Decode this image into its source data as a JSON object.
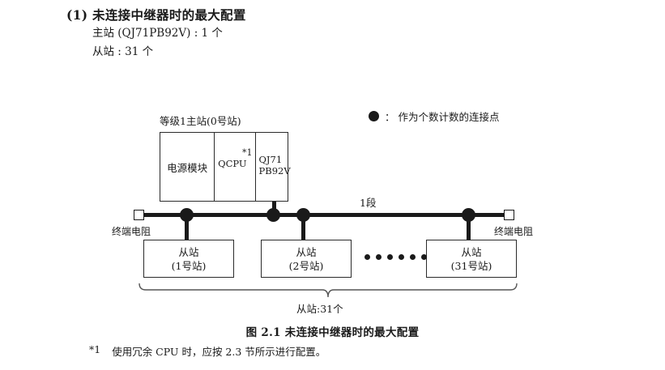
{
  "heading": {
    "section_title": "(1) 未连接中继器时的最大配置",
    "spec_master": "主站 (QJ71PB92V) : 1 个",
    "spec_slave": "从站 : 31 个"
  },
  "legend": {
    "symbol": "filled-circle",
    "text": "： 作为个数计数的连接点"
  },
  "diagram": {
    "master": {
      "header_label": "等级1主站(0号站)",
      "cells": {
        "power_module": "电源模块",
        "qcpu": "QCPU",
        "qcpu_footnote_ref": "*1",
        "network_module_line1": "QJ71",
        "network_module_line2": "PB92V"
      }
    },
    "bus": {
      "segment_label": "1段",
      "terminator_left_caption": "终端电阻",
      "terminator_right_caption": "终端电阻"
    },
    "slaves": [
      {
        "title": "从站",
        "station": "(1号站)"
      },
      {
        "title": "从站",
        "station": "(2号站)"
      },
      {
        "title": "从站",
        "station": "(31号站)"
      }
    ],
    "ellipsis_dot_count": 6,
    "brace_caption": "从站:31个"
  },
  "figure": {
    "caption": "图 2.1  未连接中继器时的最大配置"
  },
  "footnote": {
    "marker": "*1",
    "text": "使用冗余 CPU 时，应按 2.3 节所示进行配置。"
  }
}
